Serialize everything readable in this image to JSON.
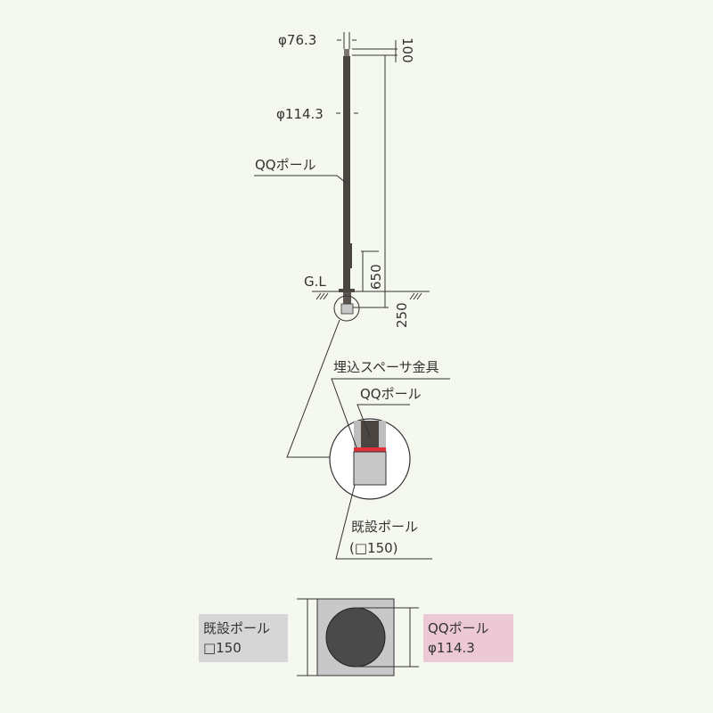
{
  "dimensions": {
    "top_diameter": "φ76.3",
    "top_length": "100",
    "pole_diameter": "φ114.3",
    "handle_height": "650",
    "embed_depth": "250"
  },
  "labels": {
    "pole": "QQポール",
    "ground_level": "G.L",
    "spacer": "埋込スペーサ金具",
    "detail_pole": "QQポール",
    "existing_pole": "既設ポール",
    "existing_pole_size": "(□150)"
  },
  "section": {
    "existing_box_line1": "既設ポール",
    "existing_box_line2": "□150",
    "qq_box_line1": "QQポール",
    "qq_box_line2": "φ114.3"
  },
  "colors": {
    "background": "#f5f8ee",
    "pole": "#4a4540",
    "spacer": "#e0303a",
    "existing_box": "#d6d6d6",
    "qq_box": "#ecc9d5"
  }
}
